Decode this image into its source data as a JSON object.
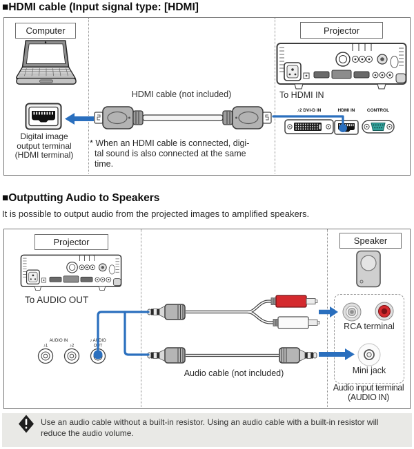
{
  "s1": {
    "heading": "■HDMI cable (Input signal type: [HDMI]",
    "computer_label": "Computer",
    "projector_label": "Projector",
    "cable_label": "HDMI cable (not included)",
    "to_port": "To HDMI IN",
    "terminal_caption": "Digital image\noutput terminal\n(HDMI terminal)",
    "note": "* When an HDMI cable is connected, digi-\ntal sound is also connected at the same\ntime.",
    "port_dvi": "♪2 DVI-D IN",
    "port_hdmi": "HDMI IN",
    "port_control": "CONTROL"
  },
  "s2": {
    "heading": "■Outputting Audio to Speakers",
    "intro": "It is possible to output audio from the projected images to amplified speakers.",
    "projector_label": "Projector",
    "speaker_label": "Speaker",
    "to_port": "To AUDIO OUT",
    "jack_audio_in": "AUDIO IN",
    "jack1": "♪1",
    "jack2": "♪2",
    "jack_out_line1": "♪ AUDIO",
    "jack_out_line2": "OUT",
    "cable_label": "Audio cable (not included)",
    "rca_label": "RCA terminal",
    "mini_jack_label": "Mini jack",
    "audio_in_caption": "Audio input terminal\n(AUDIO IN)"
  },
  "note_box": {
    "text": "Use an audio cable without a built-in resistor. Using an audio cable with a built-in resistor will reduce the audio volume."
  },
  "colors": {
    "accent_blue": "#2a6fbe",
    "control_teal": "#33a09a",
    "rca_red": "#d42a2e",
    "note_bg": "#e9e9e6"
  }
}
